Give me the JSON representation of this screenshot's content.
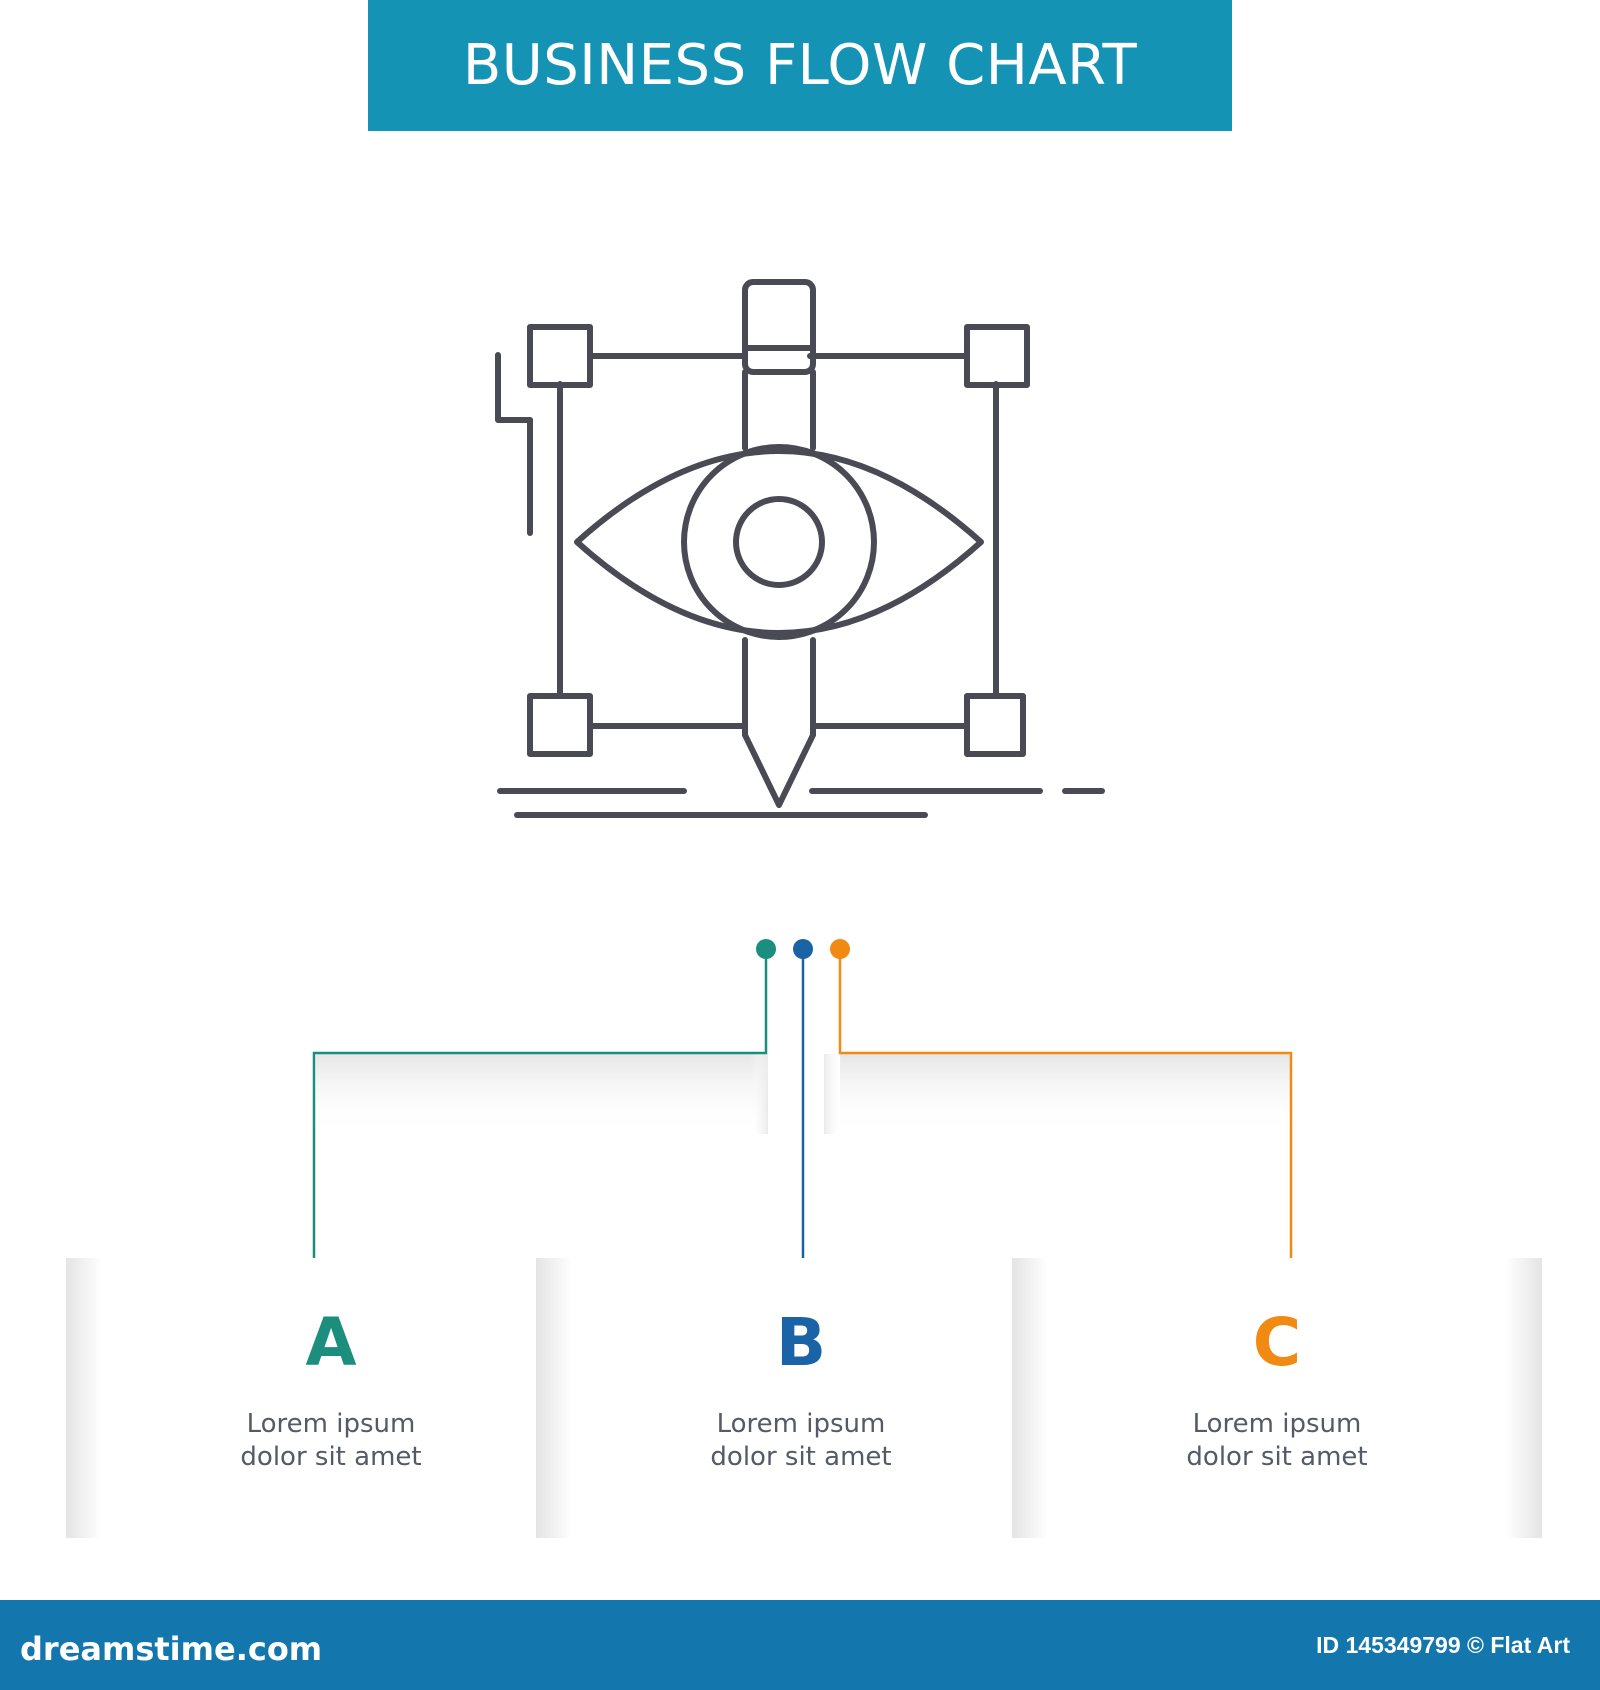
{
  "title": "BUSINESS FLOW CHART",
  "colors": {
    "banner": "#1593b5",
    "icon_stroke": "#4a4a55",
    "teal": "#1b8e7e",
    "blue": "#1a63a6",
    "orange": "#f08a12",
    "footer": "#1376ad"
  },
  "icon": "eye-design-draw-icon",
  "branches": [
    {
      "letter": "A",
      "line1": "Lorem ipsum",
      "line2": "dolor sit amet",
      "color": "#1b8e7e"
    },
    {
      "letter": "B",
      "line1": "Lorem ipsum",
      "line2": "dolor sit amet",
      "color": "#1a63a6"
    },
    {
      "letter": "C",
      "line1": "Lorem ipsum",
      "line2": "dolor sit amet",
      "color": "#f08a12"
    }
  ],
  "footer": {
    "logo": "dreamstime.com",
    "credit": "ID 145349799 © Flat Art"
  }
}
